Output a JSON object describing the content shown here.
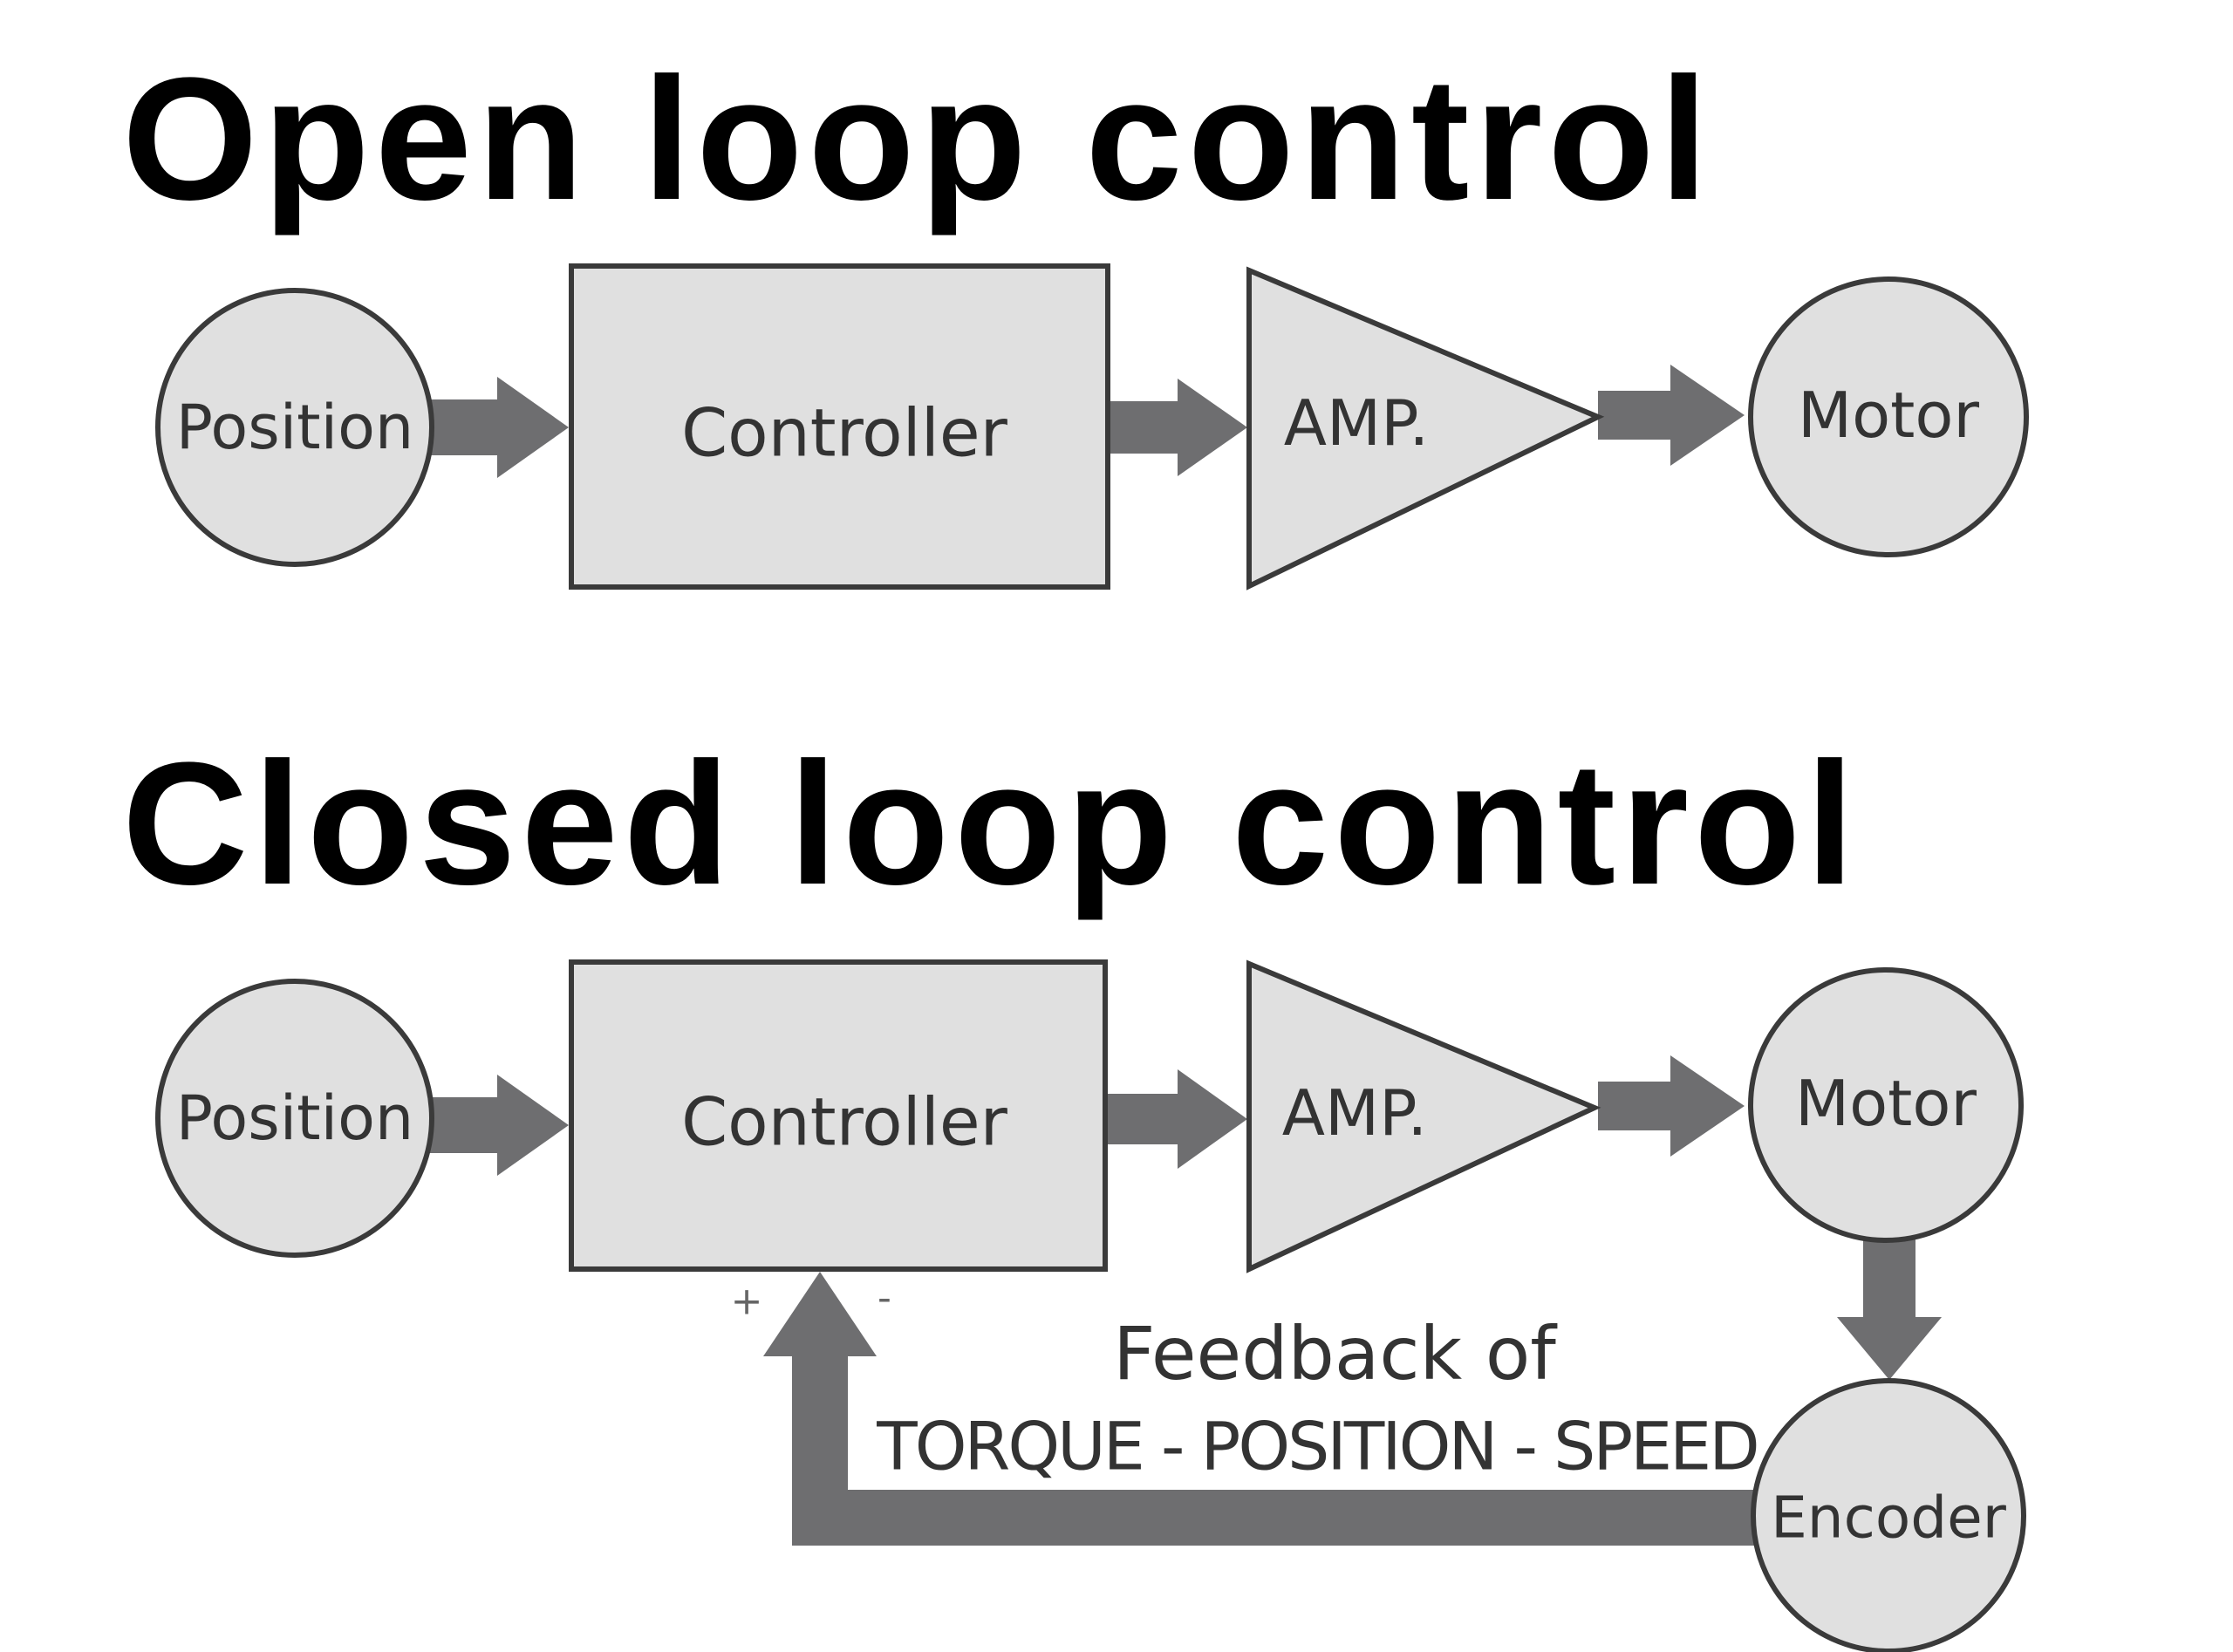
{
  "titles": {
    "open": "Open loop control",
    "closed": "Closed loop control"
  },
  "open_loop": {
    "position": "Position",
    "controller": "Controller",
    "amp": "AMP.",
    "motor": "Motor"
  },
  "closed_loop": {
    "position": "Position",
    "controller": "Controller",
    "amp": "AMP.",
    "motor": "Motor",
    "encoder": "Encoder",
    "plus": "+",
    "minus": "-",
    "feedback_line1": "Feedback of",
    "feedback_line2": "TORQUE - POSITION - SPEED"
  },
  "colors": {
    "node_fill": "#e0e0e0",
    "node_stroke": "#3a3a3a",
    "arrow": "#6e6e70",
    "title": "#000000"
  }
}
